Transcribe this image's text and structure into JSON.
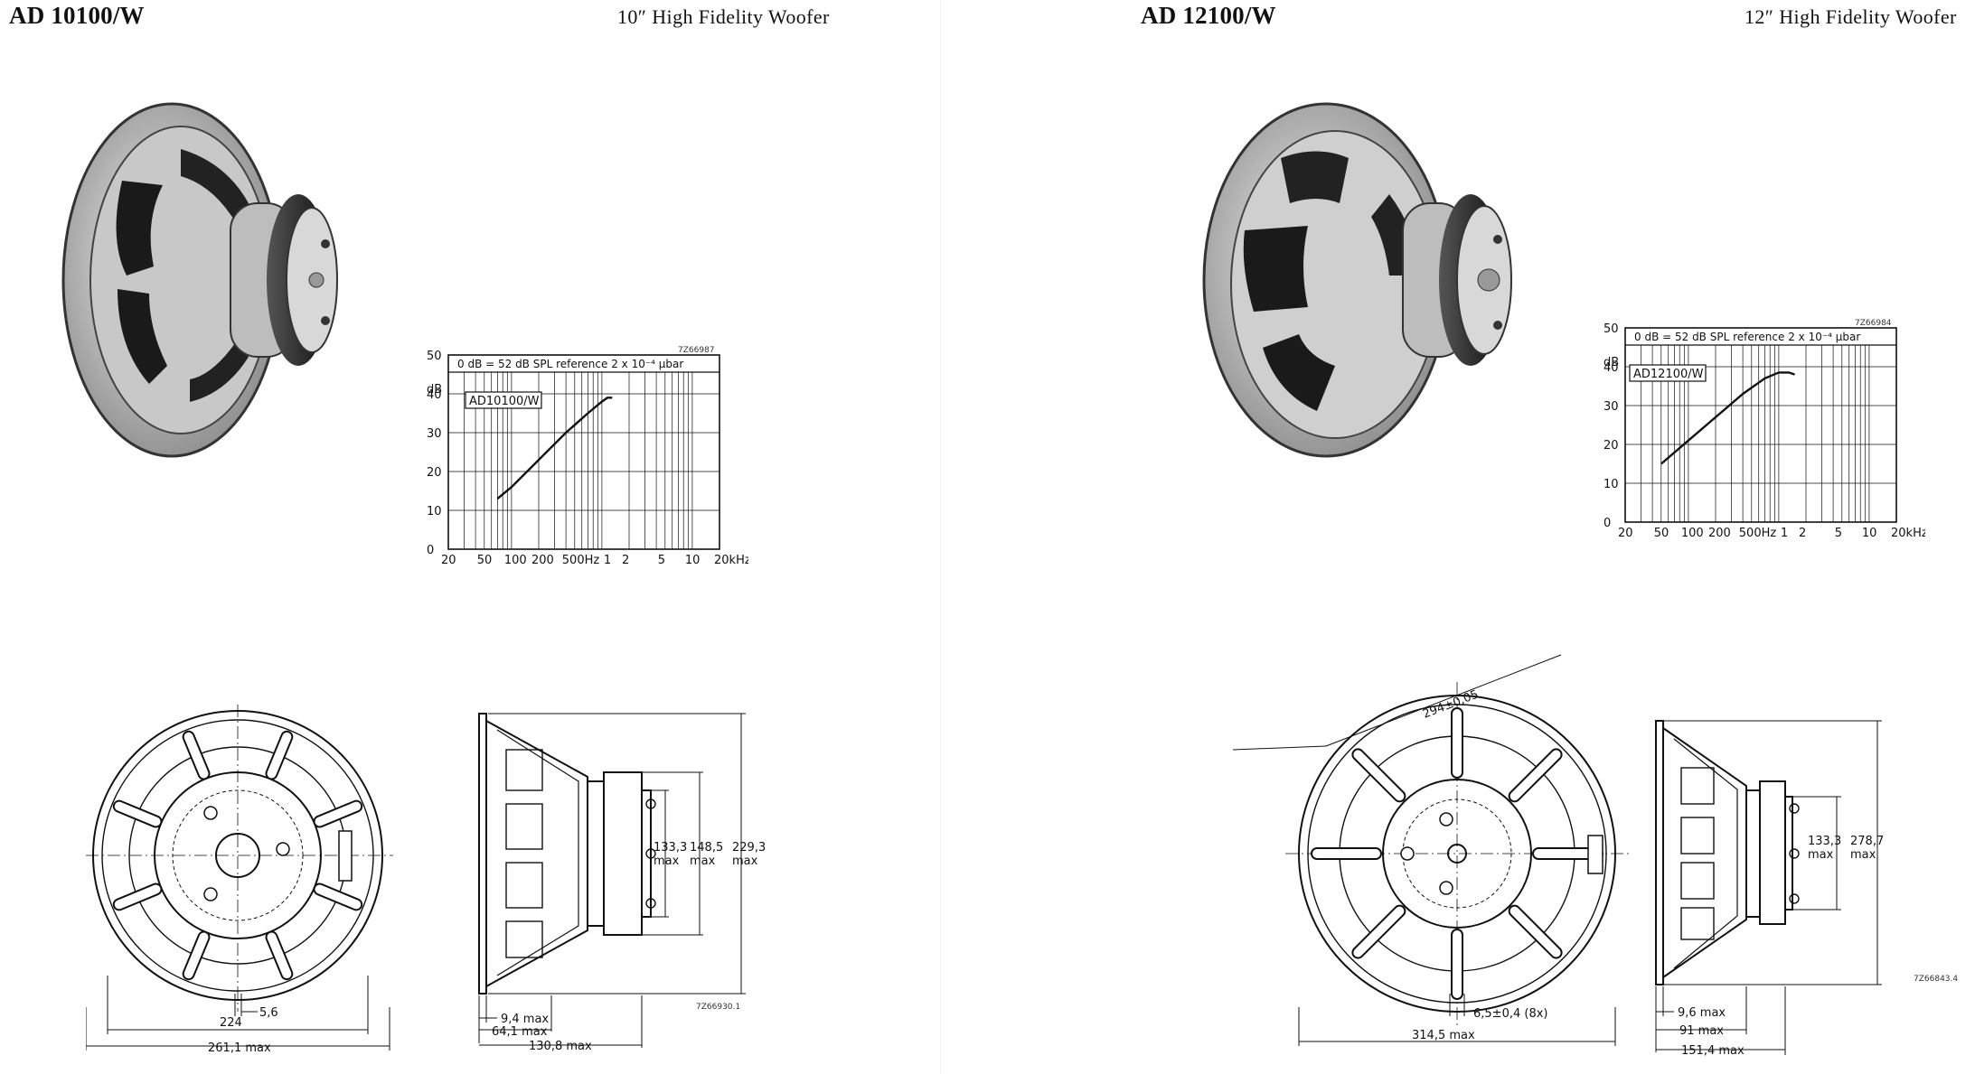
{
  "left": {
    "model": "AD 10100/W",
    "subtitle": "10″ High Fidelity Woofer",
    "graph": {
      "reference": "0 dB = 52 dB  SPL  reference  2 x 10⁻⁴ μbar",
      "code": "7Z66987",
      "legend": "AD10100/W",
      "unit": "dB",
      "y_ticks": [
        "50",
        "40",
        "30",
        "20",
        "10",
        "0"
      ],
      "x_ticks": [
        "20",
        "50",
        "100",
        "200",
        "500Hz",
        "1",
        "2",
        "5",
        "10",
        "20kHz"
      ]
    },
    "front": {
      "d1": "5,6",
      "d2": "224",
      "d3": "261,1 max"
    },
    "side": {
      "v1": "133,3",
      "v1m": "max",
      "v2": "148,5",
      "v2m": "max",
      "v3": "229,3",
      "v3m": "max",
      "h1": "9,4 max",
      "h2": "64,1 max",
      "h3": "130,8 max",
      "code": "7Z66930.1"
    }
  },
  "right": {
    "model": "AD 12100/W",
    "subtitle": "12″ High Fidelity Woofer",
    "graph": {
      "reference": "0 dB = 52 dB  SPL  reference  2 x 10⁻⁴ μbar",
      "code": "7Z66984",
      "legend": "AD12100/W",
      "unit": "dB",
      "y_ticks": [
        "50",
        "40",
        "30",
        "20",
        "10",
        "0"
      ],
      "x_ticks": [
        "20",
        "50",
        "100",
        "200",
        "500Hz",
        "1",
        "2",
        "5",
        "10",
        "20kHz"
      ]
    },
    "front": {
      "diag": "294±0,05",
      "d1": "6,5±0,4 (8x)",
      "d2": "314,5 max"
    },
    "side": {
      "v1": "133,3",
      "v1m": "max",
      "v2": "278,7",
      "v2m": "max",
      "h1": "9,6 max",
      "h2": "91 max",
      "h3": "151,4 max",
      "code": "7Z66843.4"
    }
  },
  "chart_data": [
    {
      "type": "line",
      "x_scale": "log",
      "xlim": [
        20,
        20000
      ],
      "ylim": [
        0,
        50
      ],
      "ylabel": "dB",
      "series": [
        {
          "name": "AD10100/W",
          "x": [
            70,
            100,
            200,
            400,
            700,
            1000,
            1150,
            1300
          ],
          "y": [
            13,
            16,
            23,
            30,
            35,
            38,
            39,
            39
          ]
        }
      ]
    },
    {
      "type": "line",
      "x_scale": "log",
      "xlim": [
        20,
        20000
      ],
      "ylim": [
        0,
        50
      ],
      "ylabel": "dB",
      "series": [
        {
          "name": "AD12100/W",
          "x": [
            50,
            100,
            200,
            400,
            700,
            1000,
            1300,
            1500
          ],
          "y": [
            15,
            21,
            27,
            33,
            37,
            38.5,
            38.5,
            38
          ]
        }
      ]
    }
  ]
}
